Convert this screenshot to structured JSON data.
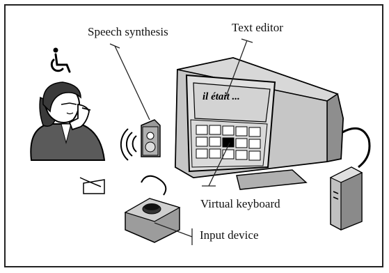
{
  "labels": {
    "speech_synthesis": "Speech synthesis",
    "text_editor": "Text editor",
    "virtual_keyboard": "Virtual keyboard",
    "input_device": "Input device"
  },
  "screen_text": "il était ...",
  "icons": {
    "accessibility": "wheelchair-icon"
  },
  "colors": {
    "monitor_body": "#b8b8b8",
    "screen_bg": "#d3d3d3",
    "frame": "#222222",
    "speaker_grey": "#9a9a9a"
  }
}
